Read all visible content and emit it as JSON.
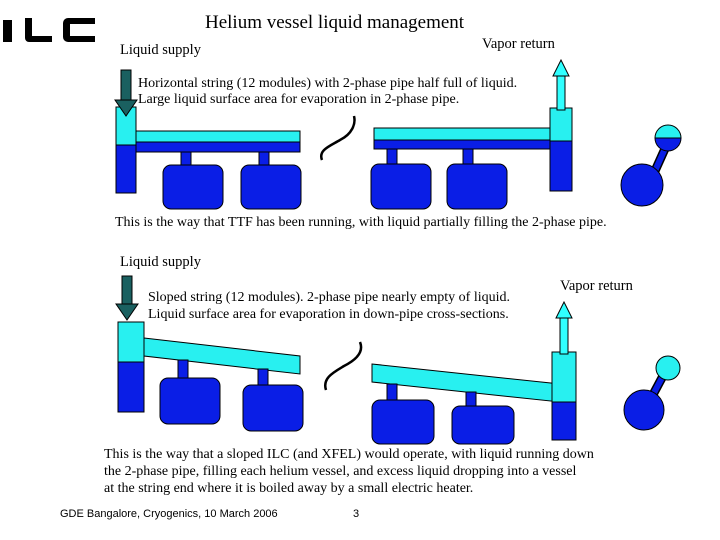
{
  "title": "Helium vessel liquid management",
  "top_diagram": {
    "liquid_supply": "Liquid supply",
    "vapor_return": "Vapor return",
    "description_lines": [
      "Horizontal string (12 modules) with 2-phase pipe half full of liquid.",
      "Large liquid surface area for evaporation in 2-phase pipe."
    ],
    "caption": "This is the way that TTF has been running, with liquid partially filling the 2-phase pipe."
  },
  "bottom_diagram": {
    "liquid_supply": "Liquid supply",
    "vapor_return": "Vapor return",
    "description_lines": [
      "Sloped string (12 modules). 2-phase pipe nearly empty of liquid.",
      "Liquid surface area for evaporation in down-pipe cross-sections."
    ],
    "caption_lines": [
      "This is the way that a sloped ILC (and XFEL) would operate, with liquid running down",
      "the 2-phase pipe, filling each helium vessel, and excess liquid dropping into a vessel",
      "at the string end where it is boiled away by a small electric heater."
    ]
  },
  "footer": {
    "left": "GDE Bangalore, Cryogenics, 10 March 2006",
    "page_number": "3"
  },
  "colors": {
    "liquid": "#0a1ee6",
    "vapor": "#28f0f0",
    "arrow_dark": "#1a6060",
    "arrow_light": "#30ffff",
    "logo": "#000000"
  }
}
